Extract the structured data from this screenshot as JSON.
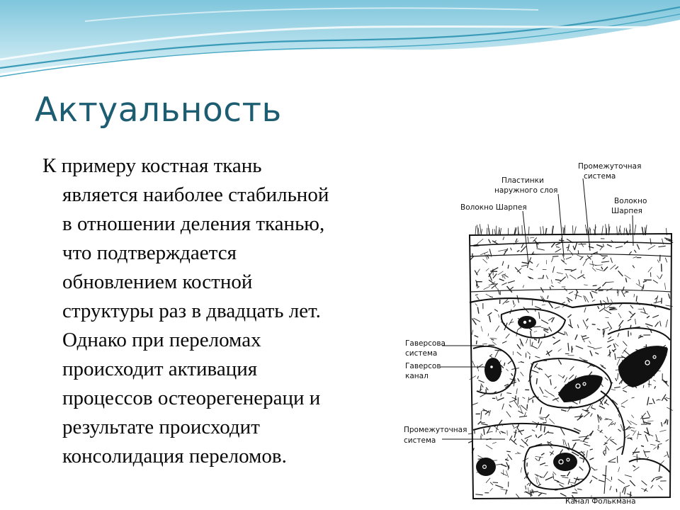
{
  "slide": {
    "title": "Актуальность",
    "body_lines": [
      "К примеру костная ткань",
      "является наиболее стабильной",
      "в отношении деления тканью,",
      "что подтверждается",
      "обновлением костной",
      "структуры раз в двадцать лет.",
      "Однако при переломах",
      "происходит активация",
      "процессов остеорегенераци и",
      "результате происходит",
      "консолидация переломов."
    ]
  },
  "figure": {
    "labels": {
      "plates_outer_1": "Пластинки",
      "plates_outer_2": "наружного слоя",
      "intermediate_top_1": "Промежуточная",
      "intermediate_top_2": "система",
      "sharpey_left": "Волокно Шарпея",
      "sharpey_right_1": "Волокно",
      "sharpey_right_2": "Шарпея",
      "haversian_system_1": "Гаверсова",
      "haversian_system_2": "система",
      "haversian_canal_1": "Гаверсов",
      "haversian_canal_2": "канал",
      "intermediate_bottom_1": "Промежуточная",
      "intermediate_bottom_2": "система",
      "volkmann_canal": "Канал Фолькмана"
    }
  },
  "colors": {
    "title": "#1d5d72",
    "wave_dark": "#3a9bb8",
    "wave_light": "#bfe3ee"
  }
}
